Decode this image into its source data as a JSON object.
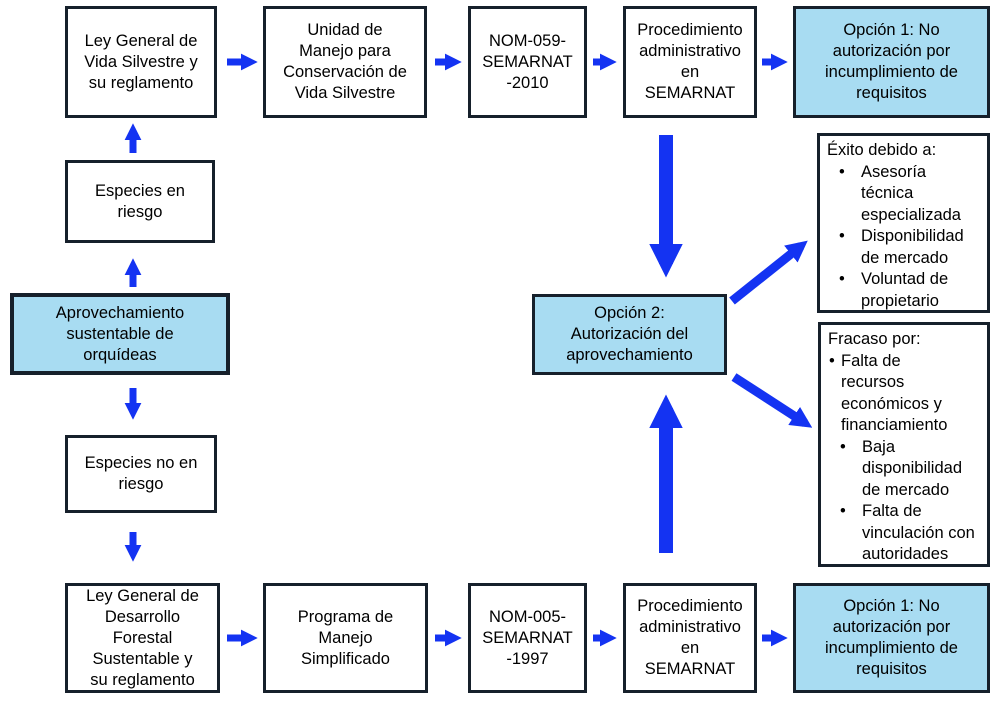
{
  "boxes": {
    "ley_vida": "Ley General de\nVida Silvestre y\nsu reglamento",
    "umcvs": "Unidad de\nManejo para\nConservación de\nVida Silvestre",
    "nom059": "NOM-059-\nSEMARNAT\n-2010",
    "proc_top": "Procedimiento\nadministrativo\nen\nSEMARNAT",
    "opcion1_top": "Opción 1: No\nautorización por\nincumplimiento de\nrequisitos",
    "especies_riesgo": "Especies en\nriesgo",
    "aprovechamiento": "Aprovechamiento\nsustentable de\norquídeas",
    "especies_no_riesgo": "Especies no en\nriesgo",
    "ley_forestal": "Ley General de\nDesarrollo\nForestal\nSustentable y\nsu reglamento",
    "programa": "Programa de\nManejo\nSimplificado",
    "nom005": "NOM-005-\nSEMARNAT\n-1997",
    "proc_bottom": "Procedimiento\nadministrativo\nen\nSEMARNAT",
    "opcion1_bottom": "Opción 1: No\nautorización por\nincumplimiento de\nrequisitos",
    "opcion2": "Opción 2:\nAutorización del\naprovechamiento",
    "exito": {
      "title": "Éxito debido a:",
      "items": [
        "Asesoría\ntécnica\nespecializada",
        "Disponibilidad\nde mercado",
        "Voluntad de\npropietario"
      ]
    },
    "fracaso": {
      "title": "Fracaso por:",
      "items": [
        "Falta de\nrecursos\neconómicos y\nfinanciamiento",
        "Baja\ndisponibilidad\nde mercado",
        "Falta de\nvinculación con\nautoridades"
      ]
    }
  },
  "colors": {
    "highlight_fill": "#a8dcf2",
    "arrow_blue": "#1433f2",
    "border_dark": "#16202b",
    "box_fill": "#ffffff",
    "text_color": "#000000",
    "page_bg": "#ffffff"
  }
}
